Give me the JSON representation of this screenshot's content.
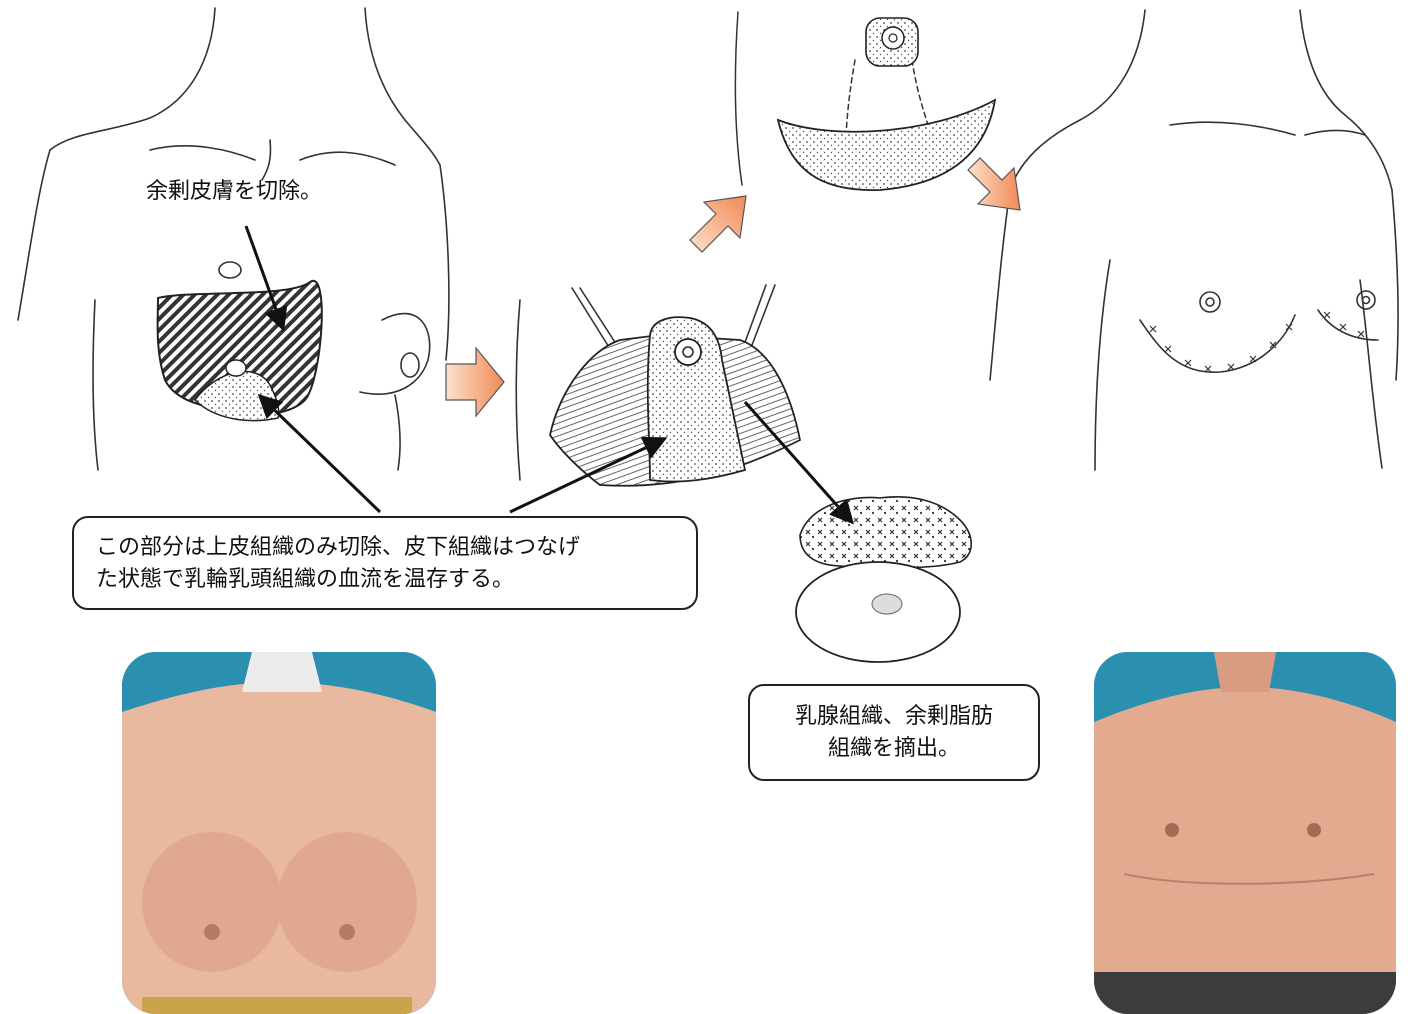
{
  "labels": {
    "excise_skin": "余剰皮膚を切除。",
    "epithelium_note": [
      "この部分は上皮組織のみ切除、皮下組織はつなげ",
      "た状態で乳輪乳頭組織の血流を温存する。"
    ],
    "gland_removal": [
      "乳腺組織、余剰脂肪",
      "組織を摘出。"
    ]
  },
  "colors": {
    "arrow_light": "#fde1cc",
    "arrow_dark": "#f08a55",
    "photo_backdrop": "#2b8fb0",
    "skin": "#e9b9a0",
    "line": "#333333"
  },
  "icons": {
    "step_arrow": "orange-block-arrow",
    "pointer": "black-arrow"
  }
}
